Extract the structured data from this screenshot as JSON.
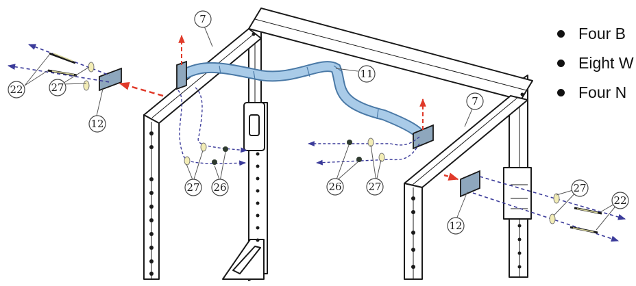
{
  "diagram": {
    "callouts": {
      "c7_top": "7",
      "c7_right": "7",
      "c11": "11",
      "c12_left": "12",
      "c12_right": "12",
      "c22_left": "22",
      "c22_right": "22",
      "c27_left_top": "27",
      "c27_center_left": "27",
      "c27_center_right": "27",
      "c27_right": "27",
      "c26_center_left": "26",
      "c26_center_right": "26"
    },
    "colors": {
      "outline": "#1a1a1a",
      "frame_fill": "#ffffff",
      "pad_fill": "#a9cbe8",
      "pad_stroke": "#4a79a6",
      "blue_arrow": "#3b3b9a",
      "red_arrow": "#e03a2a",
      "plate_fill": "#8ea7bd"
    }
  },
  "bullets": [
    "Four B",
    "Eight W",
    "Four N"
  ]
}
